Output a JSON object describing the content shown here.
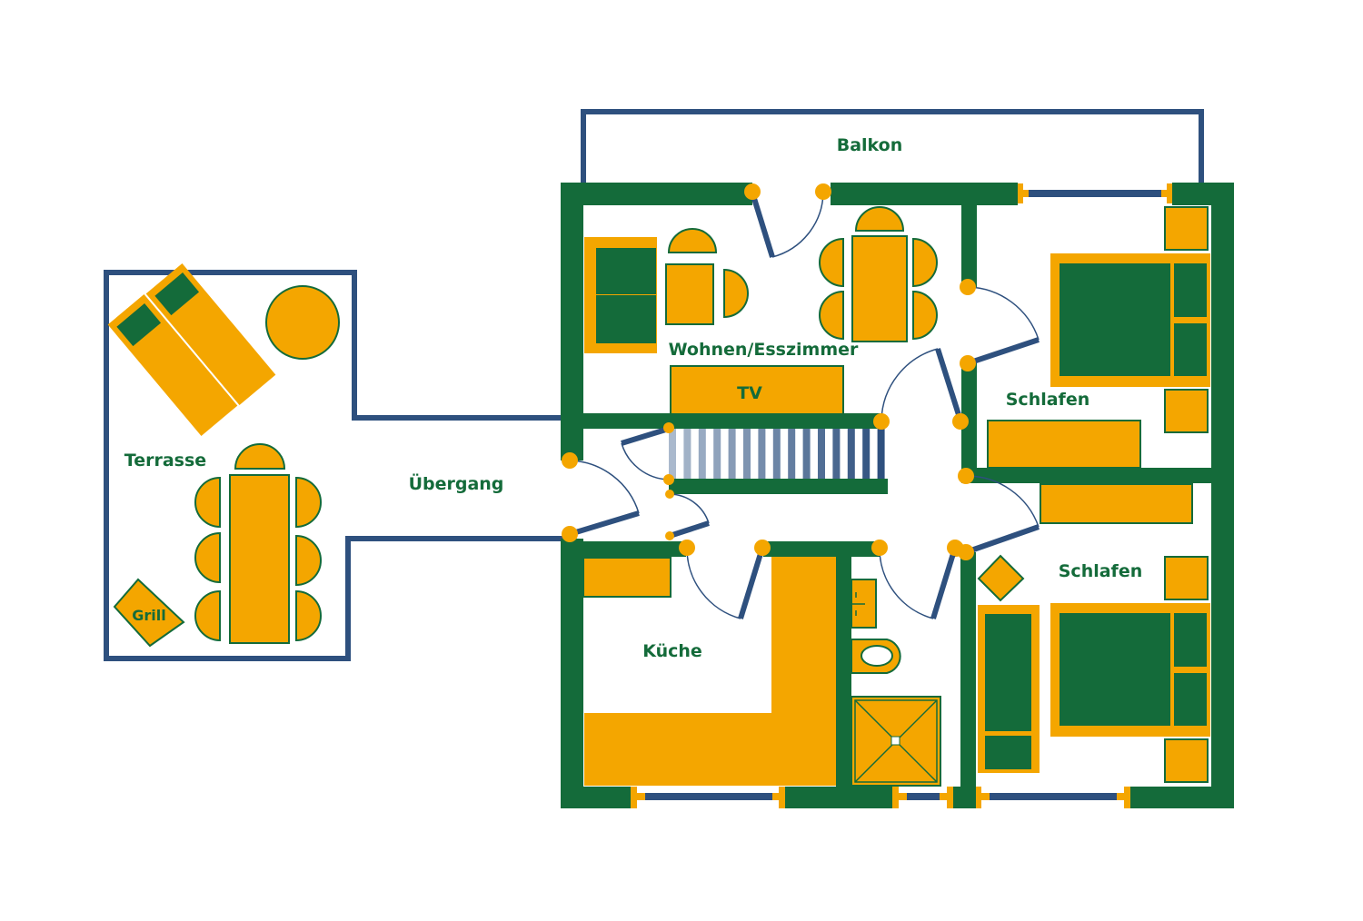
{
  "plan": {
    "rooms": {
      "balkon": "Balkon",
      "wohnen": "Wohnen/Esszimmer",
      "tv": "TV",
      "schlafen_1": "Schlafen",
      "schlafen_2": "Schlafen",
      "terrasse": "Terrasse",
      "uebergang": "Übergang",
      "kueche": "Küche",
      "grill": "Grill"
    },
    "colors": {
      "wall": "#146b3a",
      "outdoor_outline": "#2e507e",
      "furniture": "#f4a600",
      "accent_dark": "#146b3a"
    }
  }
}
